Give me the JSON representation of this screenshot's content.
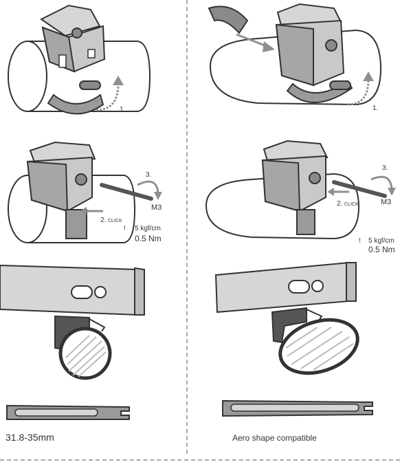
{
  "steps": {
    "strap_step": "1.",
    "click_step": "2.",
    "click_word": "CLICK",
    "screw_step": "3.",
    "screw_size": "M3"
  },
  "torque": {
    "warning_symbol": "!",
    "kgf": "5 kgf/cm",
    "nm": "0.5 Nm"
  },
  "captions": {
    "left": "31.8-35mm",
    "right": "Aero shape compatible"
  },
  "colors": {
    "line": "#333333",
    "mount_fill": "#c9c9c9",
    "mount_dark": "#8a8a8a",
    "strap_fill": "#9a9a9a",
    "arrow": "#8f8f8f",
    "divider": "#a8a8a8"
  }
}
